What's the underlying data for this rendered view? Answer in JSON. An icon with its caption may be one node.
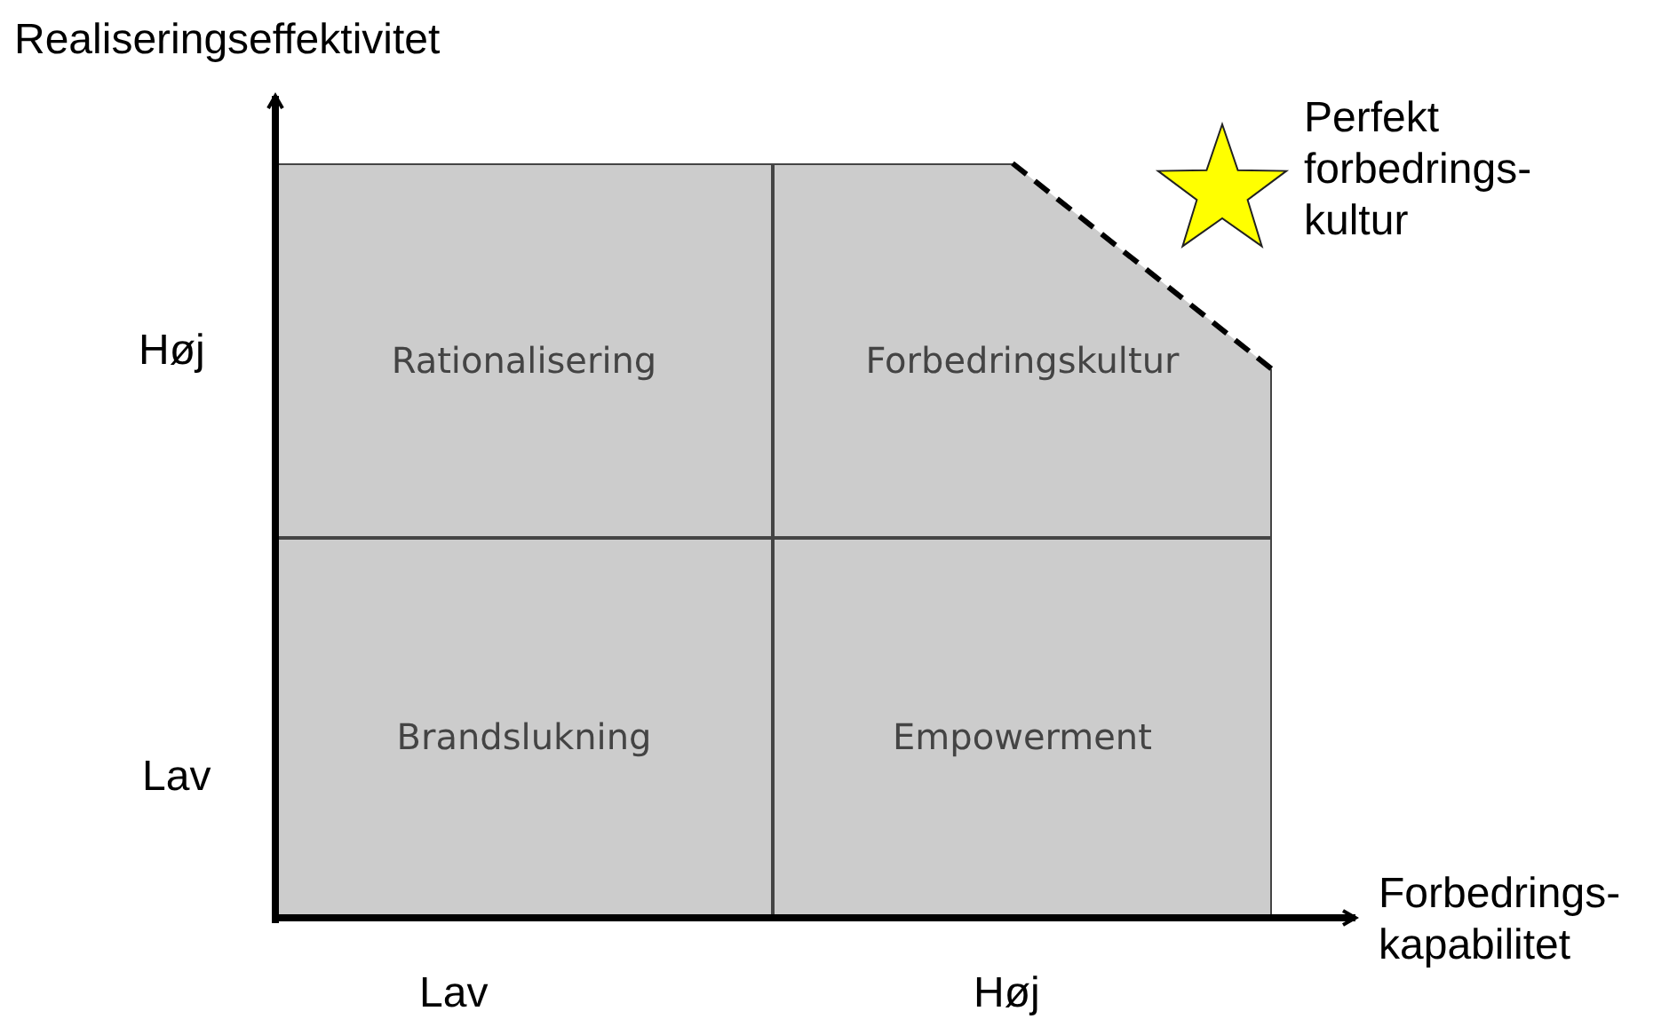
{
  "diagram": {
    "nodes": [
      {
        "text": [
          "Rationalisering"
        ]
      },
      {
        "text": [
          "Forbedringskultur"
        ]
      },
      {
        "text": [
          "Brandslukning"
        ]
      },
      {
        "text": [
          "Empowerment"
        ]
      }
    ],
    "labels": [
      "Realiseringseffektivitet",
      "Perfekt forbedrings- kultur",
      "Høj",
      "Lav",
      "Forbedrings- kapabilitet",
      "Lav",
      "Høj"
    ]
  }
}
